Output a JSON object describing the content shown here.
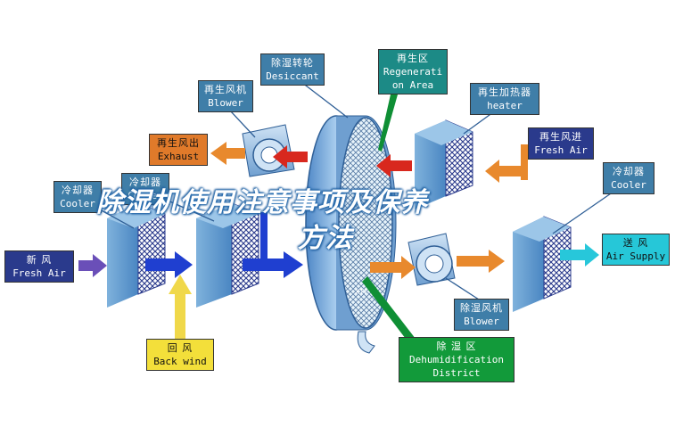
{
  "title": {
    "line1": "除湿机使用注意事项及保养",
    "line2": "方法"
  },
  "labels": {
    "desiccant": {
      "zh": "除湿转轮",
      "en": "Desiccant"
    },
    "regen_area": {
      "zh": "再生区",
      "en1": "Regenerati",
      "en2": "on Area"
    },
    "regen_blower": {
      "zh": "再生风机",
      "en": "Blower"
    },
    "regen_heater": {
      "zh": "再生加热器",
      "en": "heater"
    },
    "exhaust": {
      "zh": "再生风出",
      "en": "Exhaust"
    },
    "regen_fresh_air": {
      "zh": "再生风进",
      "en": "Fresh Air"
    },
    "cooler_left": {
      "zh": "冷却器",
      "en": "Cooler"
    },
    "cooler_mid": {
      "zh": "冷却器",
      "en": "Cooler"
    },
    "cooler_right": {
      "zh": "冷却器",
      "en": "Cooler"
    },
    "fresh_air": {
      "zh": "新   风",
      "en": "Fresh Air"
    },
    "air_supply": {
      "zh": "送  风",
      "en": "Air Supply"
    },
    "back_wind": {
      "zh": "回    风",
      "en": "Back wind"
    },
    "dehum_blower": {
      "zh": "除湿风机",
      "en": "Blower"
    },
    "dehum_district": {
      "zh": "除   湿   区",
      "en1": "Dehumidification",
      "en2": "District"
    }
  },
  "colors": {
    "accent_blue": "#3f7ea8",
    "red_arrow": "#d8281e",
    "orange_arrow": "#e8892d",
    "blue_arrow": "#1f3fd0",
    "yellow_arrow": "#f0d84a",
    "green_pointer": "#0f8f35",
    "cyan_arrow": "#27c7da"
  },
  "watermark": "XTF"
}
